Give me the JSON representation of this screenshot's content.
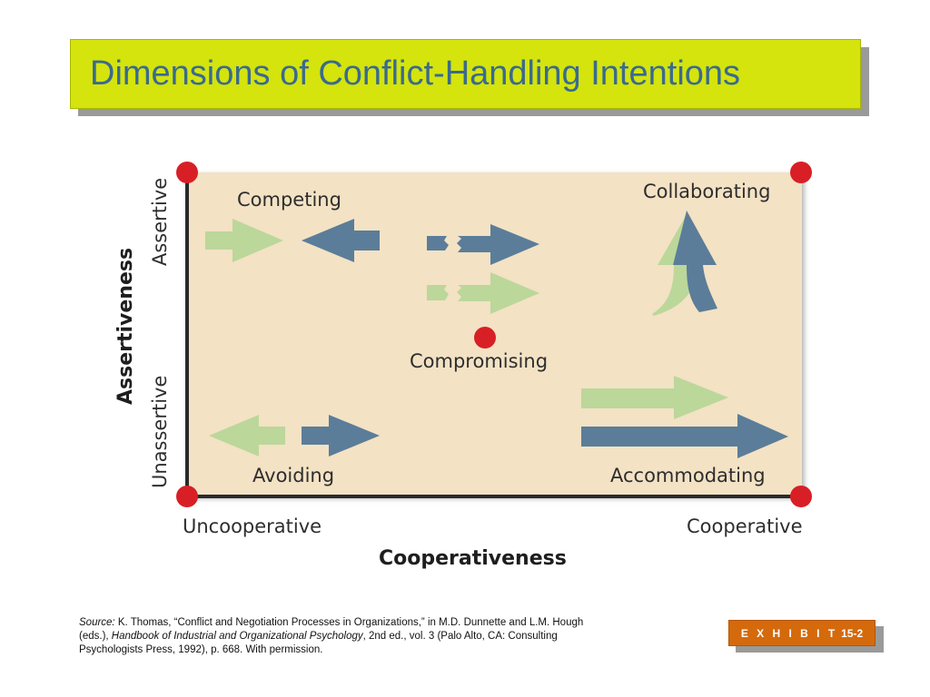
{
  "title": "Dimensions of Conflict-Handling Intentions",
  "diagram": {
    "quadrants": {
      "top_left": "Competing",
      "top_right": "Collaborating",
      "center": "Compromising",
      "bottom_left": "Avoiding",
      "bottom_right": "Accommodating"
    },
    "x_axis": {
      "title": "Cooperativeness",
      "low": "Uncooperative",
      "high": "Cooperative"
    },
    "y_axis": {
      "title": "Assertiveness",
      "low": "Unassertive",
      "high": "Assertive"
    },
    "colors": {
      "panel": "#f3e2c4",
      "dark_arrow": "#5b7d99",
      "light_arrow": "#bcd79a",
      "corner_dot": "#d81f26",
      "axis": "#2a2a2a"
    }
  },
  "source": {
    "label": "Source:",
    "text_1": " K. Thomas, “Conflict and Negotiation Processes in Organizations,” in M.D. Dunnette and L.M. Hough (eds.), ",
    "book": "Handbook of Industrial and Organizational Psychology",
    "text_2": ", 2nd ed., vol. 3 (Palo Alto, CA: Consulting Psychologists Press, 1992), p. 668. With permission."
  },
  "exhibit": {
    "label": "E X H I B I T",
    "number": "15-2"
  }
}
